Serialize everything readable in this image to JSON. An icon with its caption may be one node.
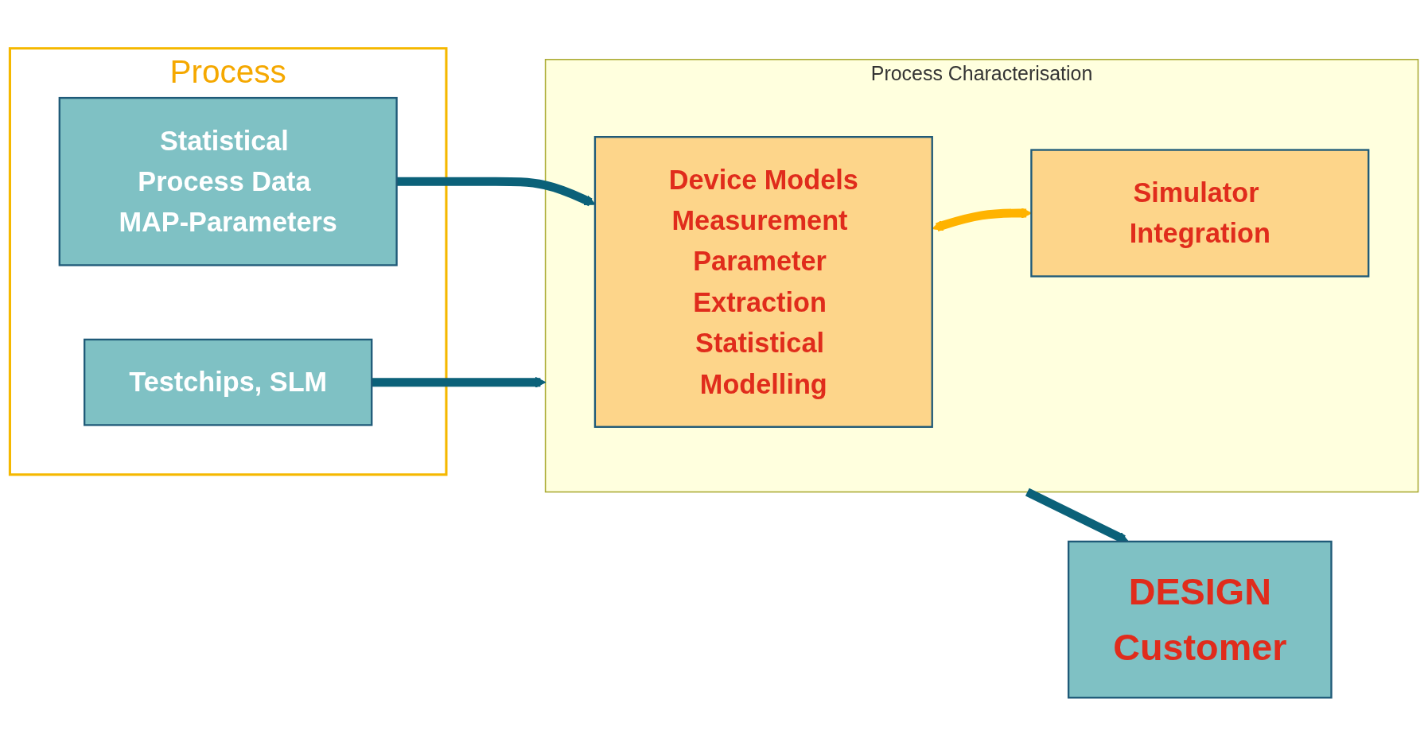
{
  "diagram": {
    "nodes": [
      {
        "text": [
          "Process Characterisation"
        ]
      },
      {
        "text": [
          "Device Models",
          "Measurement Parameter Extraction Statistical Modelling"
        ],
        "in": 0
      },
      {
        "text": [
          "Simulator Integration"
        ],
        "in": 0
      },
      {
        "text": [
          "Process"
        ]
      },
      {
        "text": [
          "Testchips, SLM"
        ],
        "in": 3
      },
      {
        "text": [
          "Statistical Process Data MAP-Parameters"
        ],
        "in": 3
      },
      {
        "text": [
          "DESIGN",
          "Customer"
        ]
      }
    ],
    "edges": [
      {
        "from": 4,
        "to": 0,
        "arrow": "to"
      },
      {
        "from": 5,
        "to": 1,
        "arrow": "to"
      },
      {
        "from": 1,
        "to": 2,
        "arrow": "both",
        "color": "#ffb300"
      },
      {
        "from": 0,
        "to": 6,
        "arrow": "to"
      }
    ]
  }
}
